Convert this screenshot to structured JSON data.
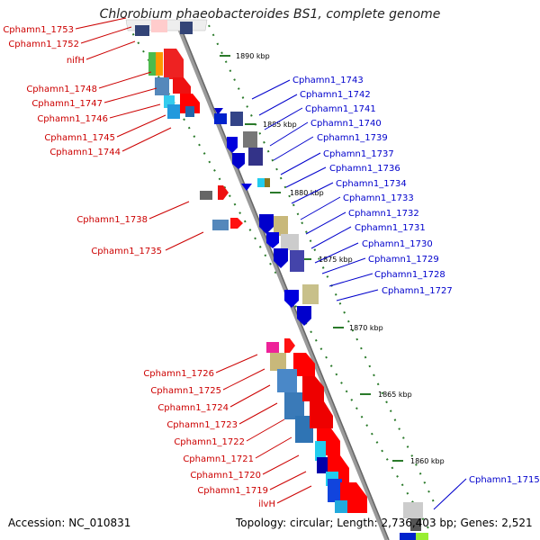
{
  "title": "Chlorobium phaeobacteroides BS1, complete genome",
  "footer": {
    "accession": "Accession: NC_010831",
    "summary": "Topology: circular; Length: 2,736,403 bp; Genes: 2,521"
  },
  "kbp_ticks": [
    "1890 kbp",
    "1885 kbp",
    "1880 kbp",
    "1875 kbp",
    "1870 kbp",
    "1865 kbp",
    "1860 kbp"
  ],
  "left_labels": [
    "Cphamn1_1753",
    "Cphamn1_1752",
    "nifH",
    "Cphamn1_1748",
    "Cphamn1_1747",
    "Cphamn1_1746",
    "Cphamn1_1745",
    "Cphamn1_1744",
    "Cphamn1_1738",
    "Cphamn1_1735",
    "Cphamn1_1726",
    "Cphamn1_1725",
    "Cphamn1_1724",
    "Cphamn1_1723",
    "Cphamn1_1722",
    "Cphamn1_1721",
    "Cphamn1_1720",
    "Cphamn1_1719",
    "ilvH"
  ],
  "right_labels": [
    "Cphamn1_1743",
    "Cphamn1_1742",
    "Cphamn1_1741",
    "Cphamn1_1740",
    "Cphamn1_1739",
    "Cphamn1_1737",
    "Cphamn1_1736",
    "Cphamn1_1734",
    "Cphamn1_1733",
    "Cphamn1_1732",
    "Cphamn1_1731",
    "Cphamn1_1730",
    "Cphamn1_1729",
    "Cphamn1_1728",
    "Cphamn1_1727",
    "Cphamn1_1715"
  ],
  "colors": {
    "left_label": "#cc0000",
    "right_label": "#0000cc",
    "tick": "#2a7a2a",
    "axis": "#8c8c8c"
  }
}
